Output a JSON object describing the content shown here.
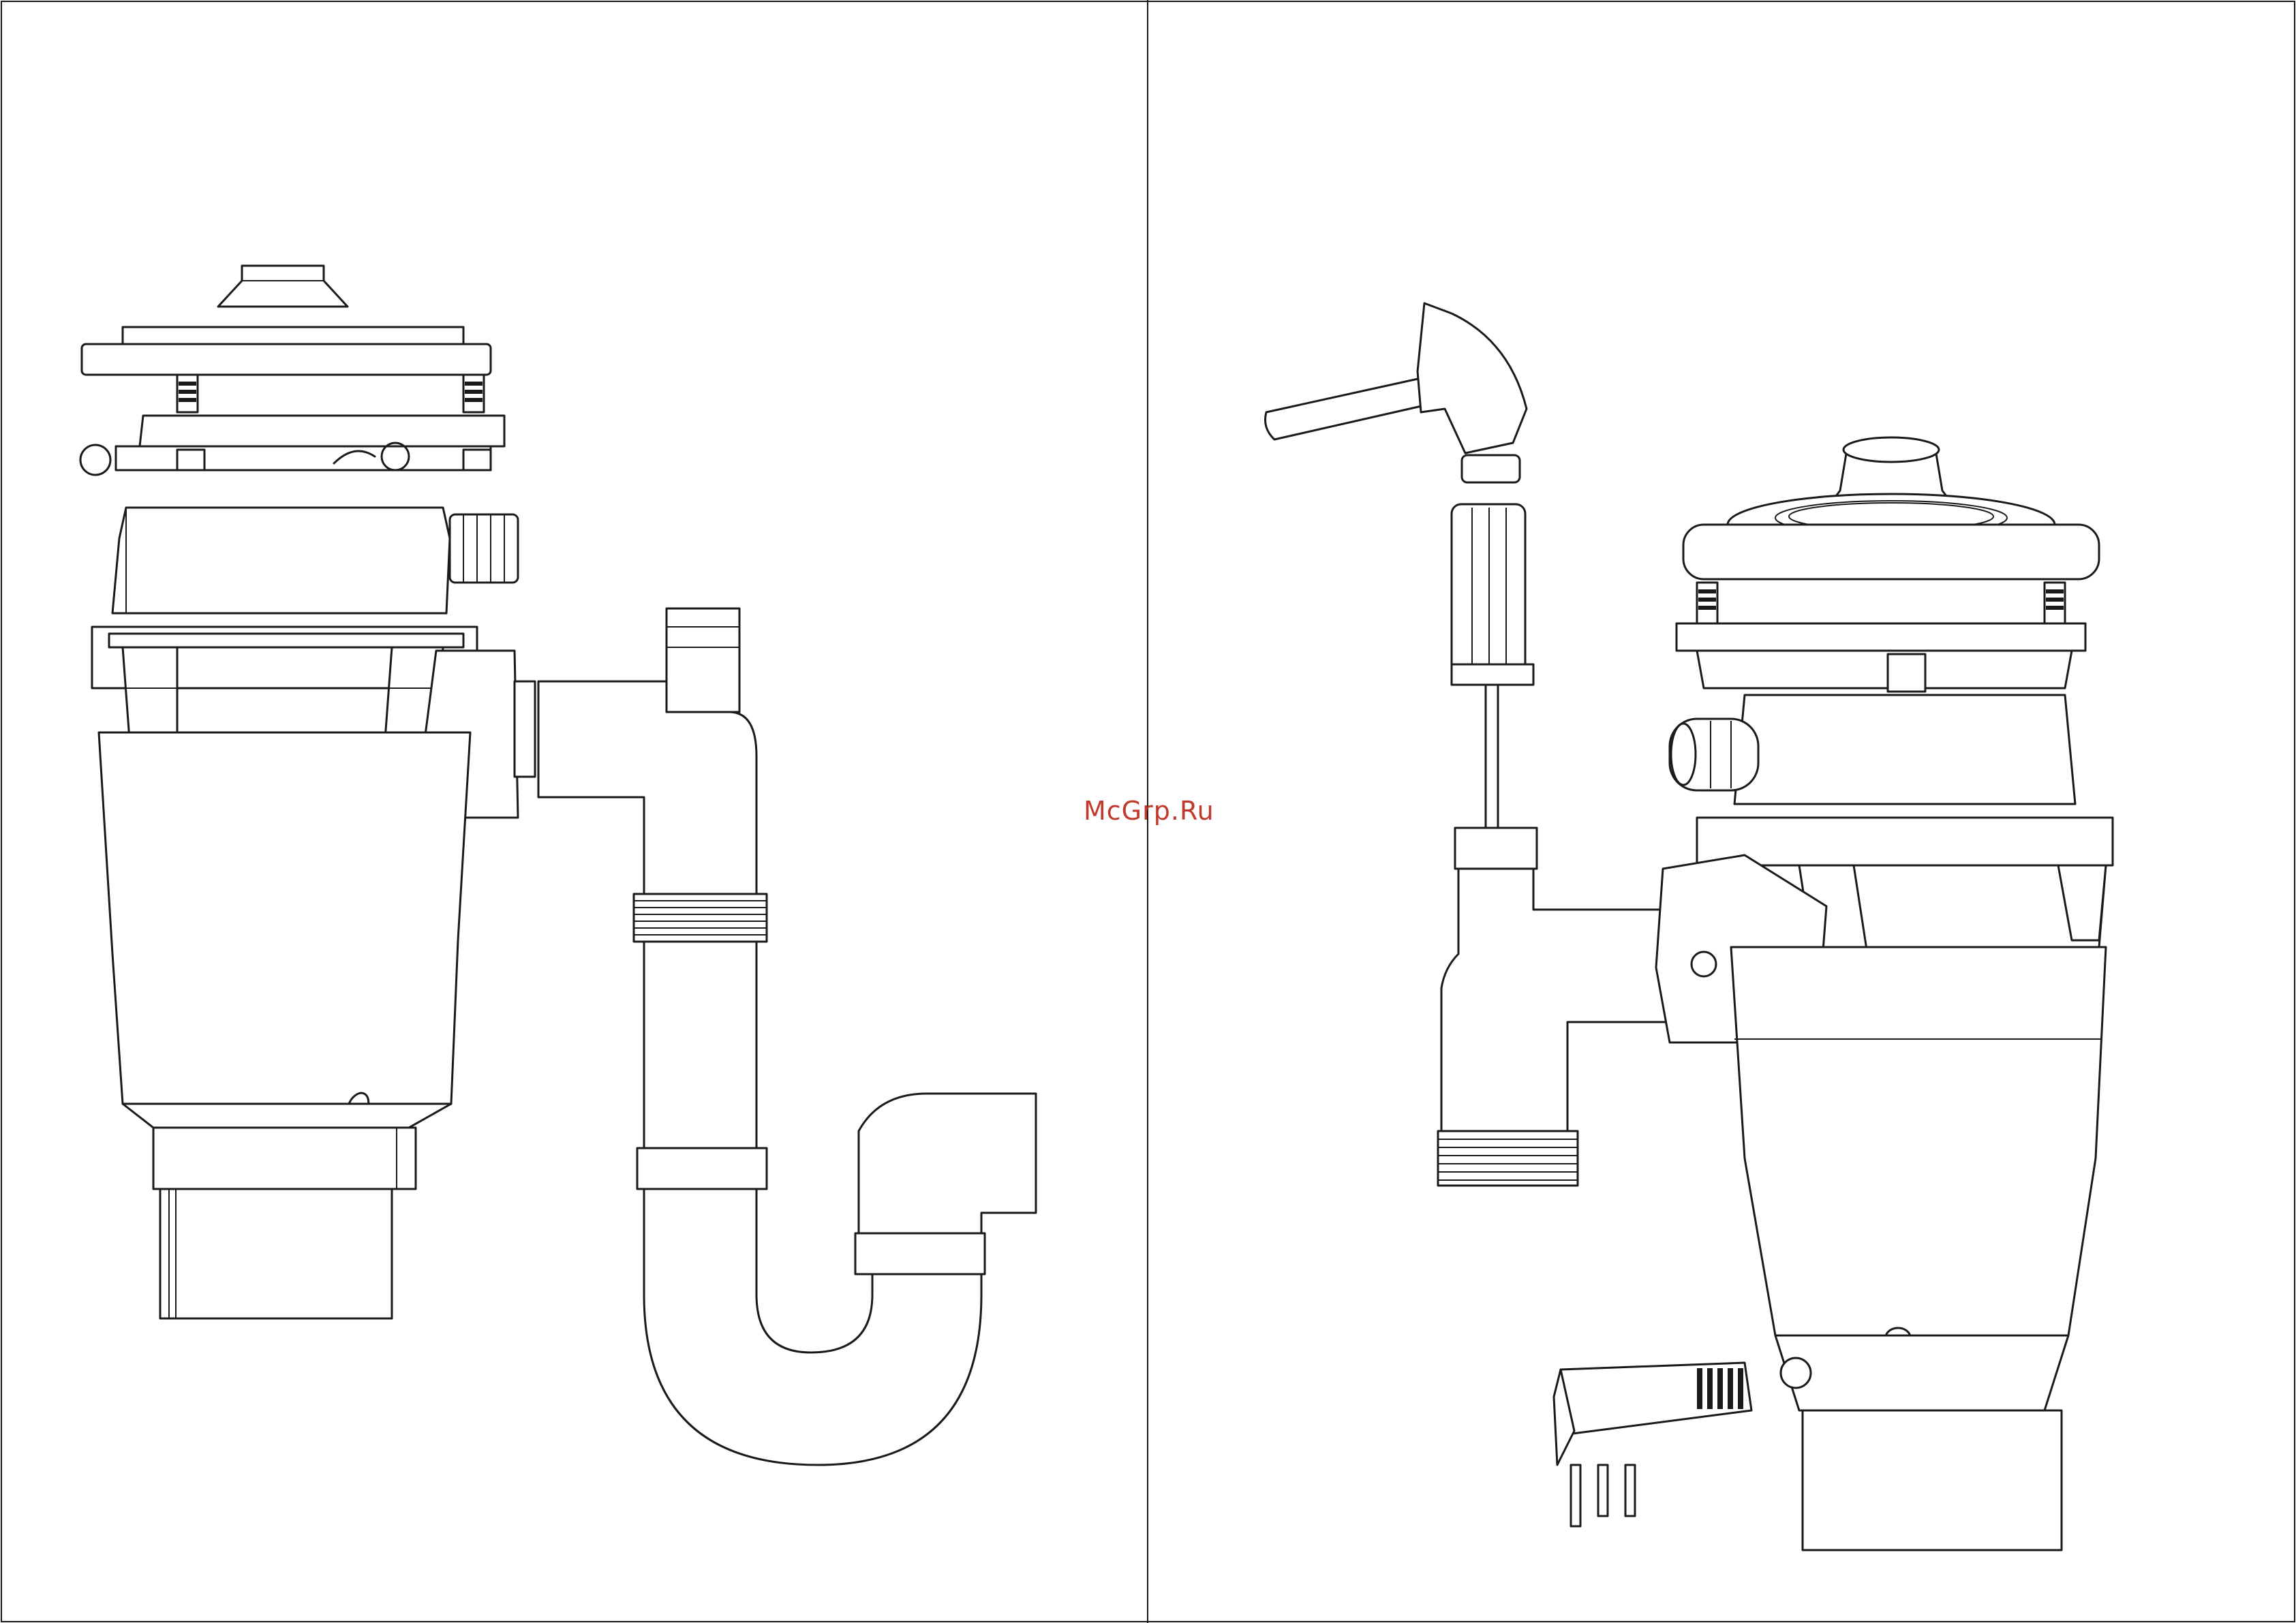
{
  "watermark": {
    "text": "McGrp.Ru",
    "color": "#c0392b"
  },
  "colors": {
    "stroke": "#1a1a1a",
    "background": "#ffffff"
  },
  "figures": [
    {
      "name": "disposer-with-siphon-drain",
      "icons": [
        "disposer-icon",
        "siphon-drain-icon"
      ]
    },
    {
      "name": "disposer-unjamming-tools",
      "icons": [
        "disposer-icon",
        "hammer-icon",
        "screwdriver-icon",
        "power-plug-icon"
      ]
    }
  ]
}
